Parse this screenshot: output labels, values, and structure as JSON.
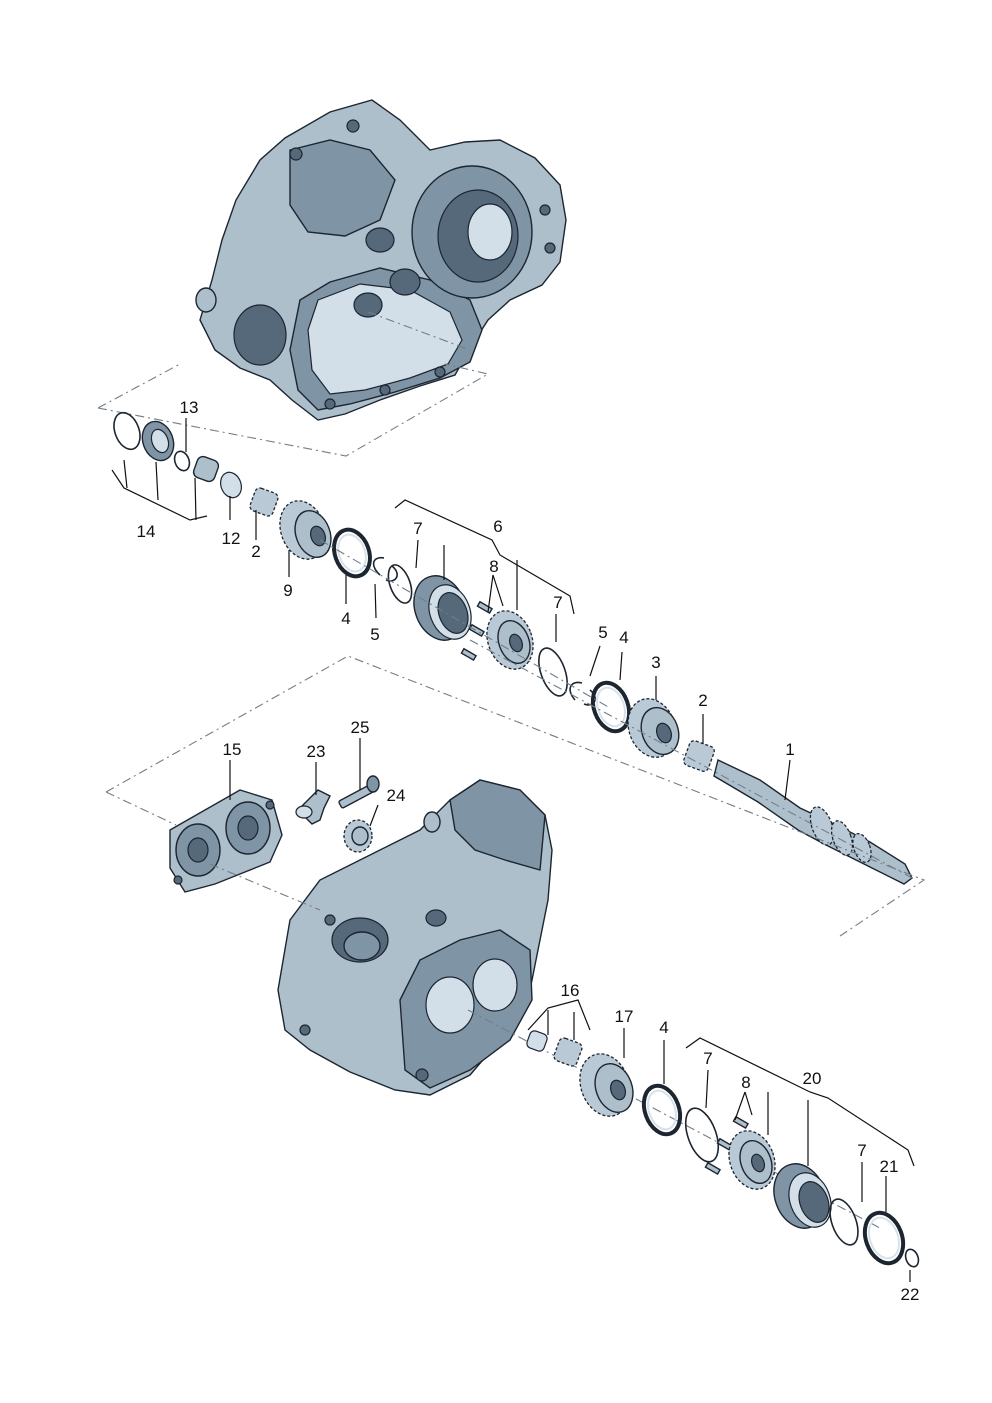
{
  "diagram": {
    "callouts": [
      {
        "id": "c1",
        "text": "1"
      },
      {
        "id": "c2a",
        "text": "2"
      },
      {
        "id": "c2b",
        "text": "2"
      },
      {
        "id": "c3",
        "text": "3"
      },
      {
        "id": "c4a",
        "text": "4"
      },
      {
        "id": "c4b",
        "text": "4"
      },
      {
        "id": "c4c",
        "text": "4"
      },
      {
        "id": "c5a",
        "text": "5"
      },
      {
        "id": "c5b",
        "text": "5"
      },
      {
        "id": "c6",
        "text": "6"
      },
      {
        "id": "c7a",
        "text": "7"
      },
      {
        "id": "c7b",
        "text": "7"
      },
      {
        "id": "c7c",
        "text": "7"
      },
      {
        "id": "c7d",
        "text": "7"
      },
      {
        "id": "c8a",
        "text": "8"
      },
      {
        "id": "c8b",
        "text": "8"
      },
      {
        "id": "c9",
        "text": "9"
      },
      {
        "id": "c12",
        "text": "12"
      },
      {
        "id": "c13",
        "text": "13"
      },
      {
        "id": "c14",
        "text": "14"
      },
      {
        "id": "c15",
        "text": "15"
      },
      {
        "id": "c16",
        "text": "16"
      },
      {
        "id": "c17",
        "text": "17"
      },
      {
        "id": "c20",
        "text": "20"
      },
      {
        "id": "c21",
        "text": "21"
      },
      {
        "id": "c22",
        "text": "22"
      },
      {
        "id": "c23",
        "text": "23"
      },
      {
        "id": "c24",
        "text": "24"
      },
      {
        "id": "c25",
        "text": "25"
      }
    ],
    "colors": {
      "metal": "#aebfcc",
      "metal_dark": "#7f95a5",
      "outline": "#1c2530",
      "leader": "#111111",
      "dash_line": "#6f7f8a"
    }
  }
}
